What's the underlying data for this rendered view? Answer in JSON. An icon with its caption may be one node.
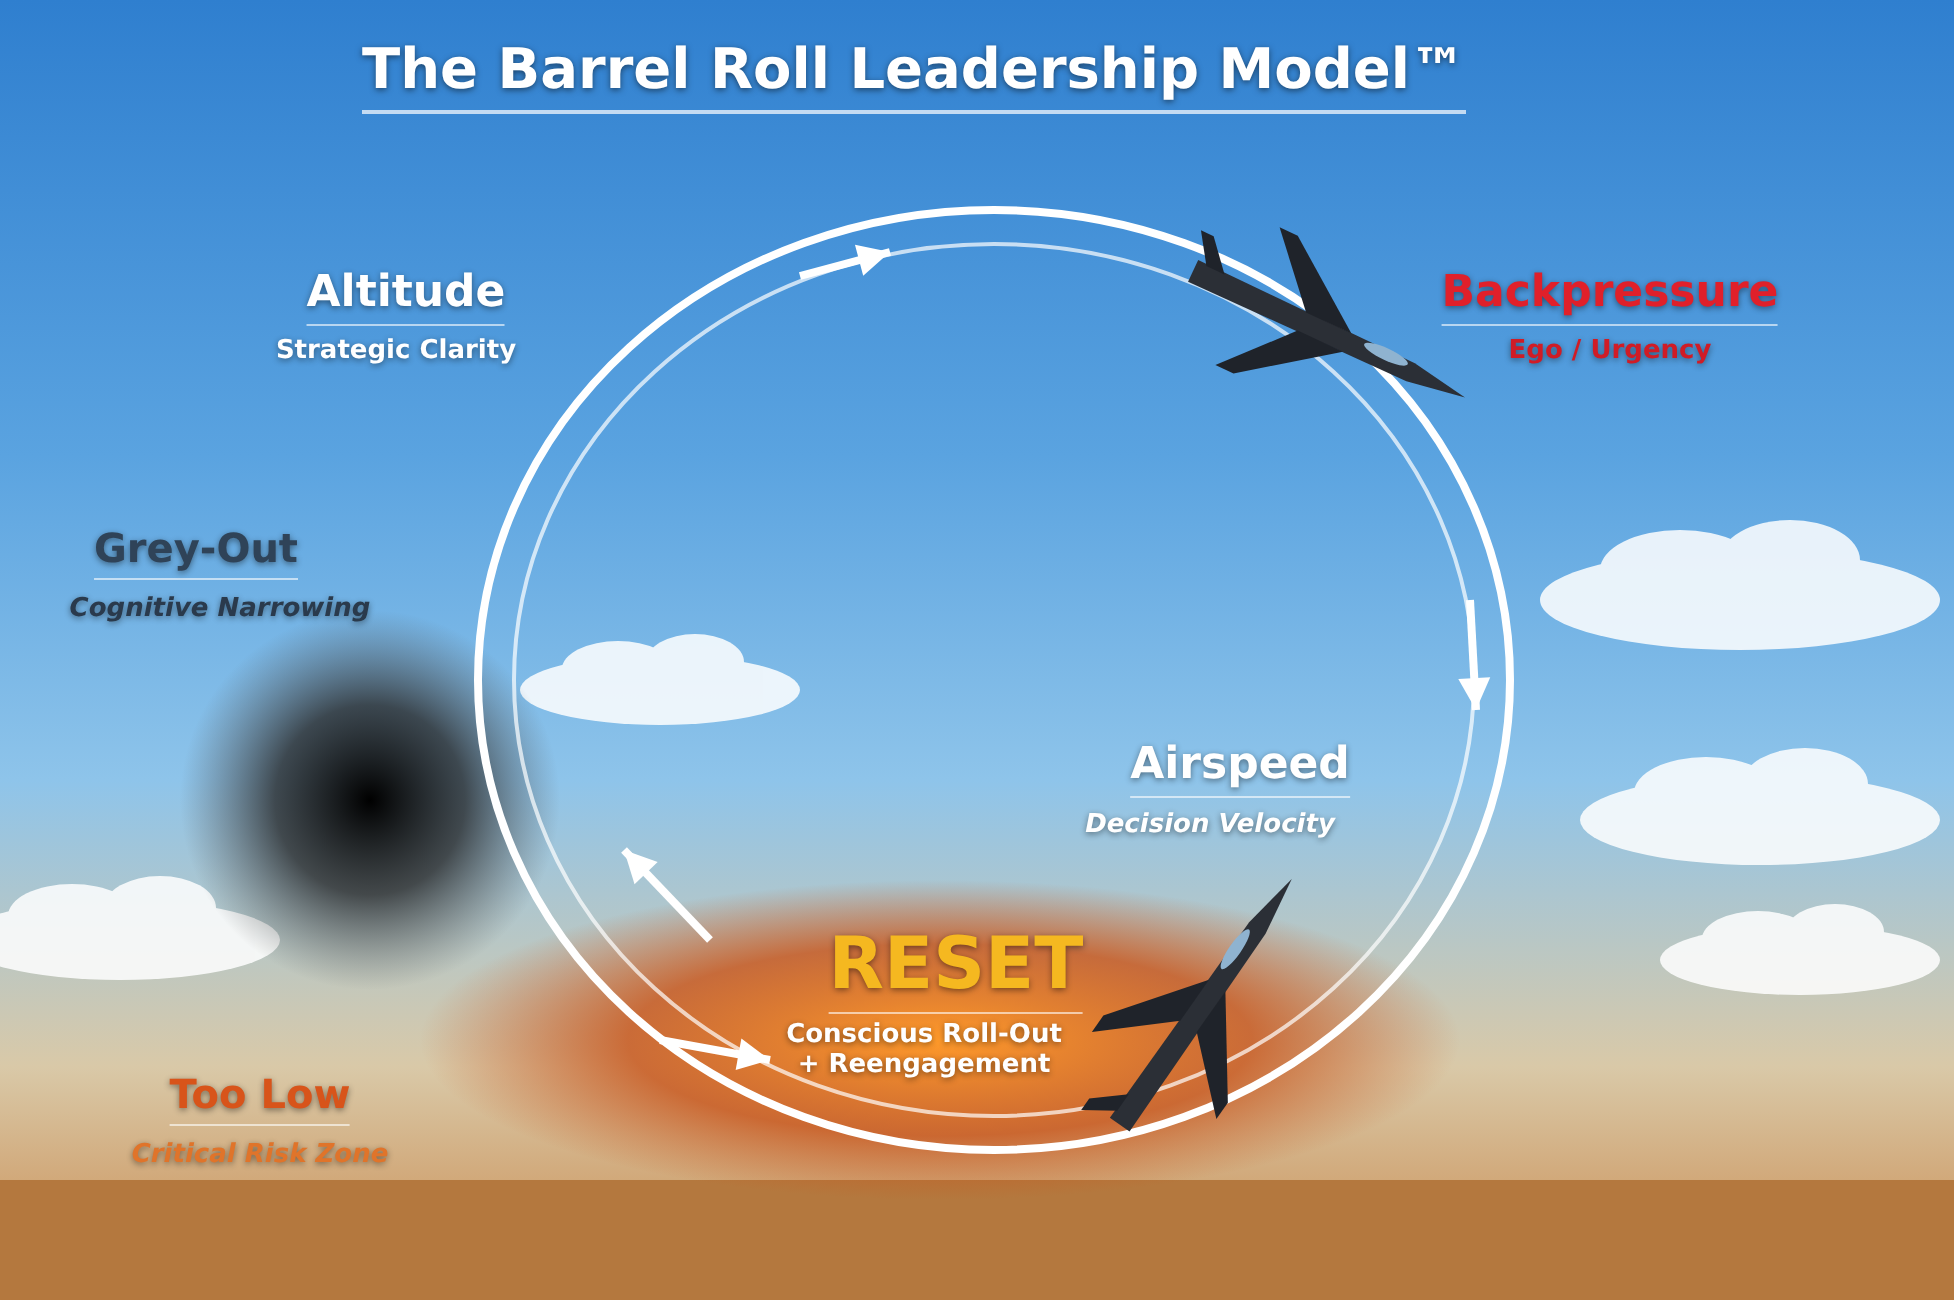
{
  "diagram": {
    "title": "The Barrel Roll Leadership Model™",
    "labels": [
      "Altitude",
      "Strategic Clarity",
      "Backpressure",
      "Ego / Urgency",
      "Grey-Out",
      "Cognitive Narrowing",
      "Airspeed",
      "Decision Velocity",
      "RESET",
      "Conscious Roll-Out + Reengagement",
      "Too Low",
      "Critical Risk Zone"
    ]
  }
}
